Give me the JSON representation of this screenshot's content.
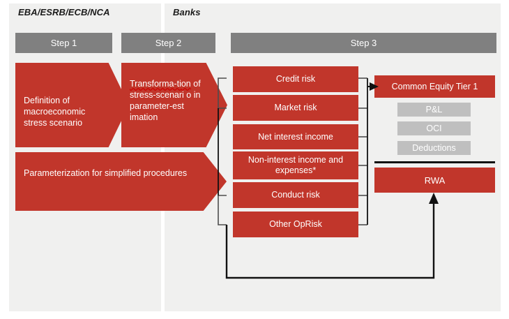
{
  "diagram": {
    "panels": {
      "left": {
        "title": "EBA/ESRB/ECB/NCA"
      },
      "right": {
        "title": "Banks"
      }
    },
    "steps": [
      {
        "id": "step1",
        "label": "Step 1"
      },
      {
        "id": "step2",
        "label": "Step 2"
      },
      {
        "id": "step3",
        "label": "Step 3"
      }
    ],
    "arrows": [
      {
        "id": "definition",
        "text": "Definition of macroeconomic stress scenario"
      },
      {
        "id": "transformation",
        "text_a": "Transforma-ti",
        "text_b": "on",
        "text_c": " of stress-scenari o in parameter-est imation"
      },
      {
        "id": "parameterization",
        "text": "Parameterization for simplified procedures"
      }
    ],
    "risk_boxes": [
      {
        "id": "credit",
        "label": "Credit risk"
      },
      {
        "id": "market",
        "label": "Market risk"
      },
      {
        "id": "nii",
        "label": "Net interest income"
      },
      {
        "id": "nonint",
        "label": "Non-interest income and expenses*"
      },
      {
        "id": "conduct",
        "label": "Conduct risk"
      },
      {
        "id": "oprisk",
        "label": "Other OpRisk"
      }
    ],
    "outputs": {
      "cet1": "Common Equity Tier 1",
      "components": [
        {
          "id": "pl",
          "label": "P&L"
        },
        {
          "id": "oci",
          "label": "OCI"
        },
        {
          "id": "deductions",
          "label": "Deductions"
        }
      ],
      "rwa": "RWA"
    },
    "colors": {
      "red": "#C1362B",
      "gray_header": "#808080",
      "gray_light": "#BFBFBF",
      "panel_bg": "#F0F0EF",
      "connector": "#111111"
    }
  }
}
